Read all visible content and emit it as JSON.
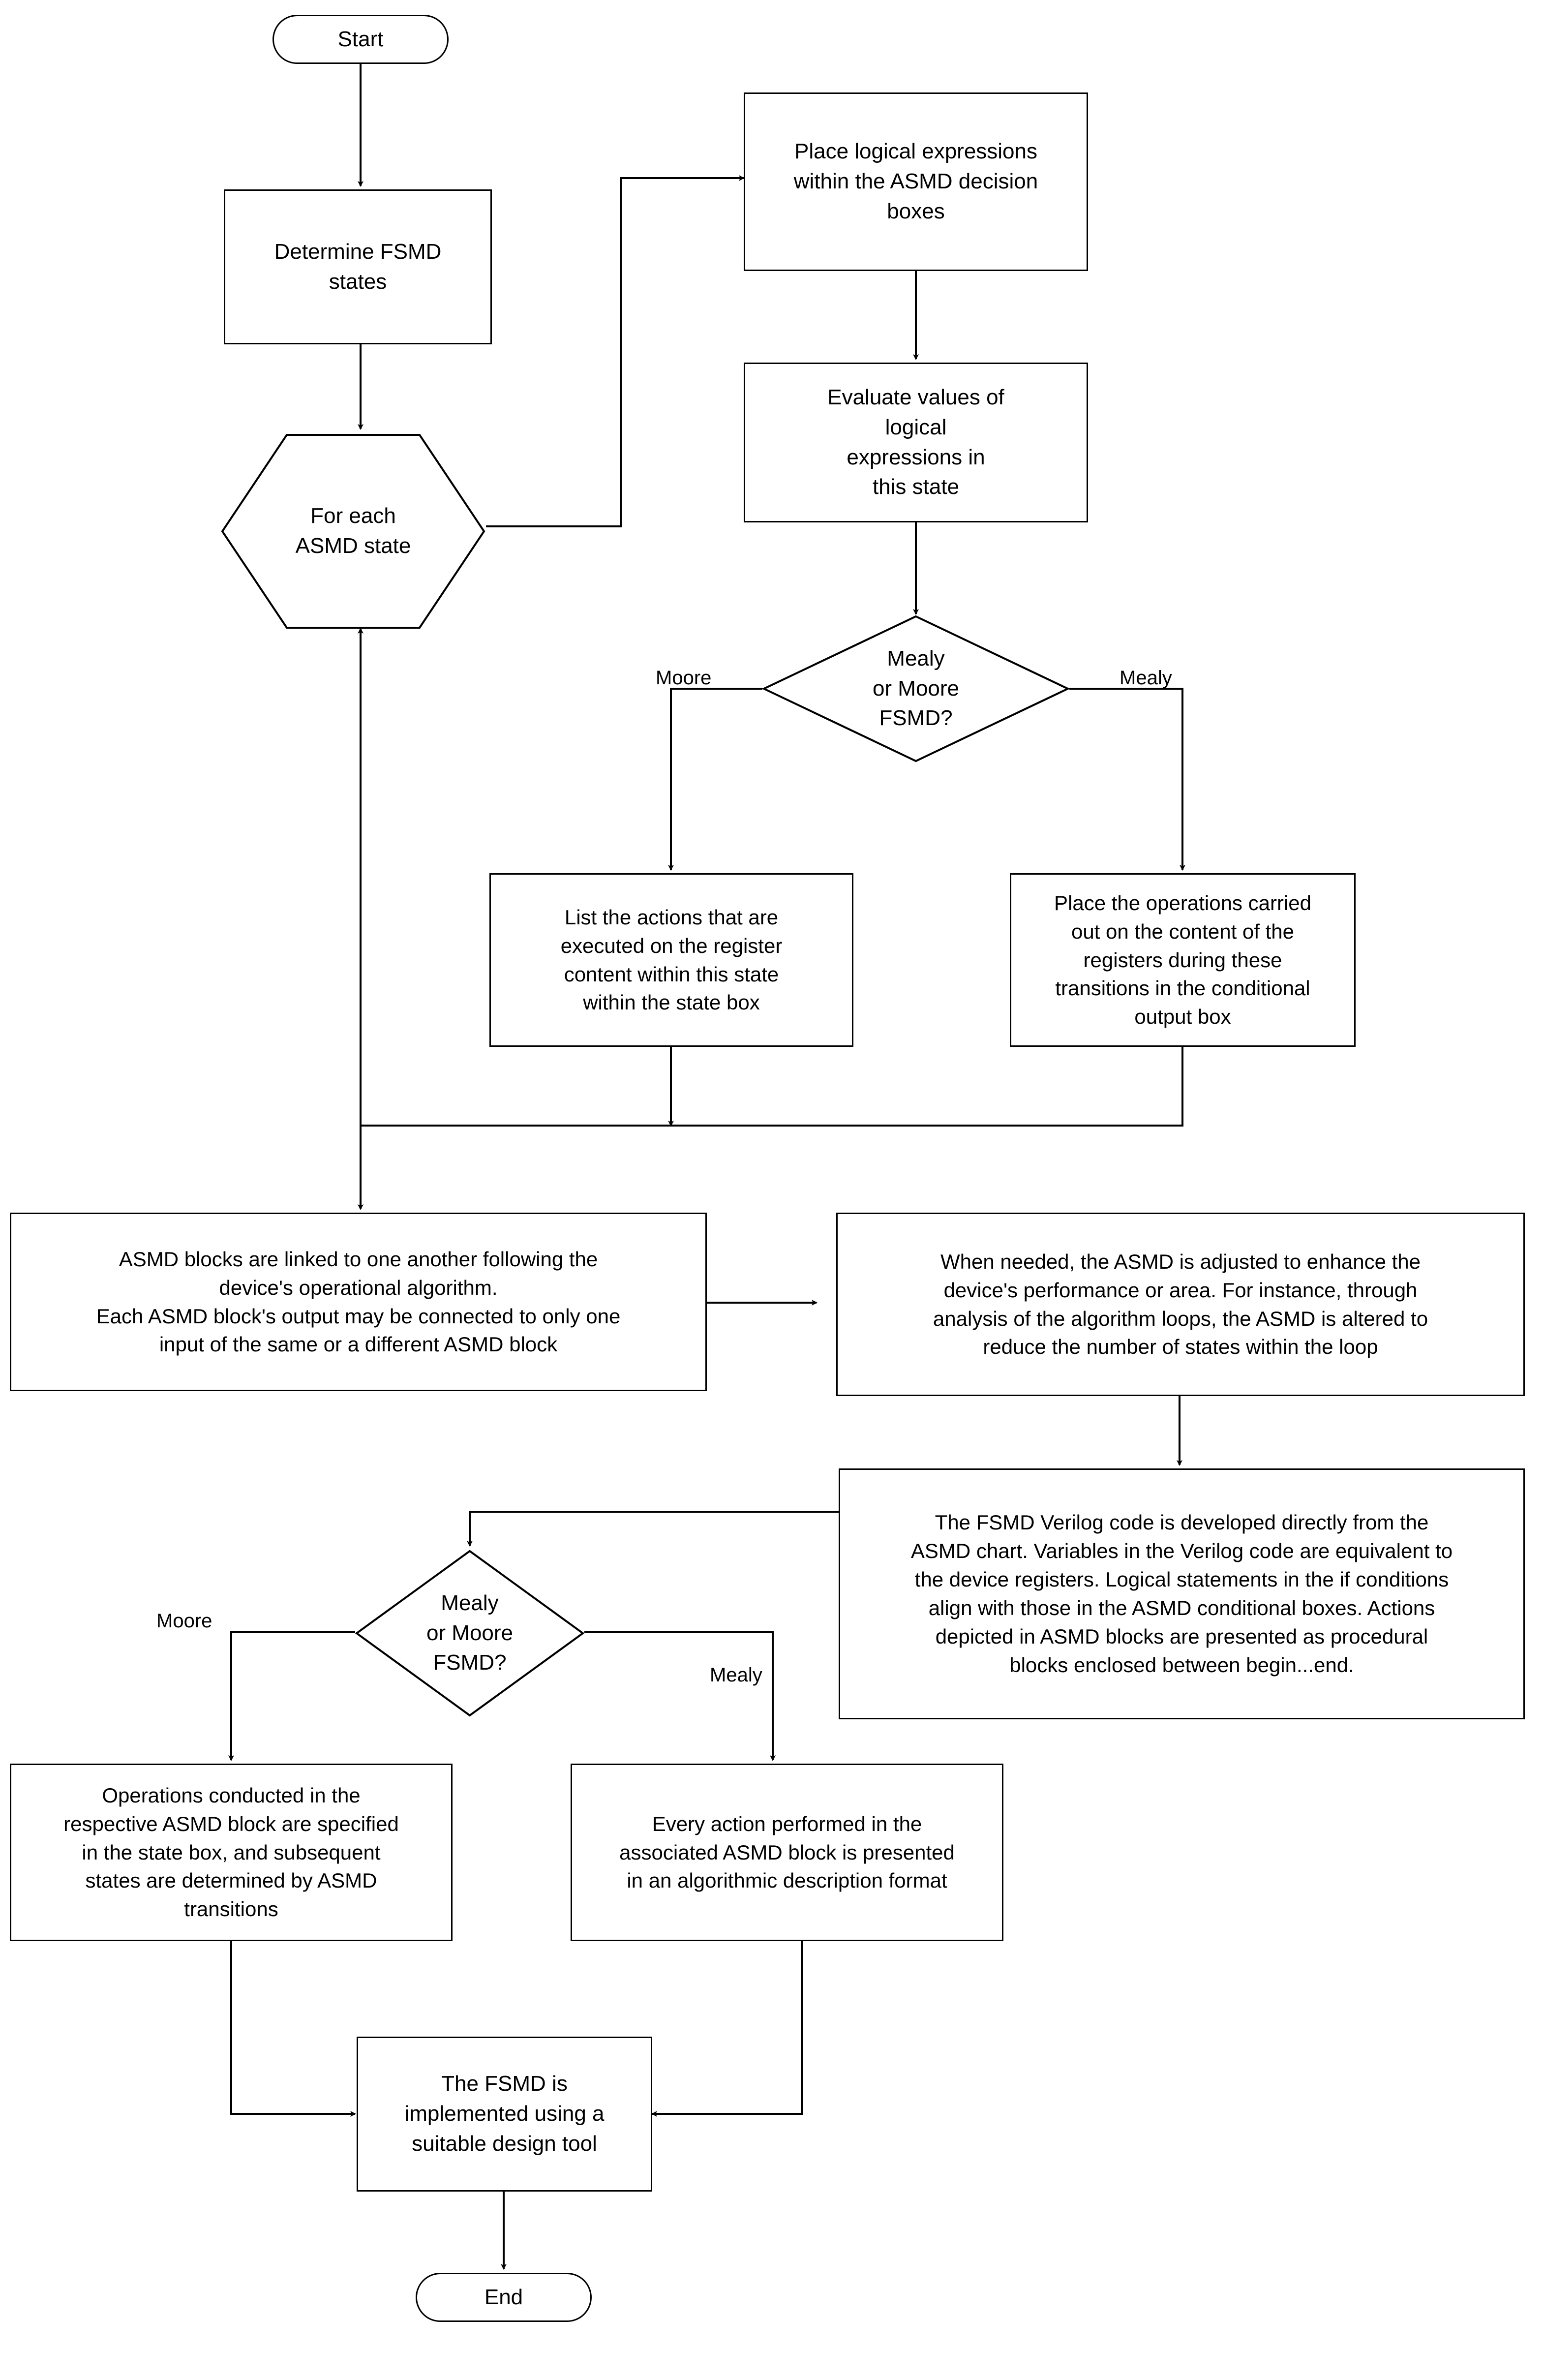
{
  "diagram": {
    "title": "ASMD / FSMD design flowchart",
    "stroke_color": "#000000",
    "fill_color": "#ffffff",
    "background": "#ffffff"
  },
  "nodes": {
    "start": {
      "label": "Start",
      "shape": "terminator"
    },
    "determine_states": {
      "label": "Determine FSMD\nstates",
      "shape": "process"
    },
    "for_each_state": {
      "label": "For each\nASMD state",
      "shape": "hexagon"
    },
    "place_logical": {
      "label": "Place logical expressions\nwithin the ASMD decision\nboxes",
      "shape": "process"
    },
    "evaluate_values": {
      "label": "Evaluate values of\nlogical\nexpressions in\nthis state",
      "shape": "process"
    },
    "decision_top": {
      "label": "Mealy\nor Moore\nFSMD?",
      "shape": "decision"
    },
    "list_actions": {
      "label": "List the actions that are\nexecuted on the register\ncontent within this state\nwithin the state box",
      "shape": "process"
    },
    "place_operations": {
      "label": "Place the operations carried\nout on the content of the\nregisters during these\ntransitions in the conditional\noutput box",
      "shape": "process"
    },
    "asmd_linked": {
      "label": "ASMD blocks are linked to one another following the\ndevice's operational algorithm.\nEach ASMD block's output may be connected to only one\ninput of the same or a different ASMD block",
      "shape": "process"
    },
    "asmd_adjusted": {
      "label": "When needed, the ASMD is adjusted to enhance the\ndevice's performance or area. For instance, through\nanalysis of the algorithm loops, the ASMD is altered to\nreduce the number of states within the loop",
      "shape": "process"
    },
    "verilog_code": {
      "label": "The FSMD Verilog code is developed directly from the\nASMD chart. Variables in the Verilog code are equivalent to\nthe device registers. Logical statements in the if conditions\nalign with those in the ASMD conditional boxes. Actions\ndepicted in ASMD blocks are presented as procedural\nblocks enclosed between begin...end.",
      "shape": "process"
    },
    "decision_bottom": {
      "label": "Mealy\nor Moore\nFSMD?",
      "shape": "decision"
    },
    "operations_conducted": {
      "label": "Operations conducted in the\nrespective ASMD block are specified\nin the state box, and subsequent\nstates are determined by ASMD\ntransitions",
      "shape": "process"
    },
    "every_action": {
      "label": "Every action performed in the\nassociated ASMD block is presented\nin an algorithmic description format",
      "shape": "process"
    },
    "fsmd_implemented": {
      "label": "The FSMD is\nimplemented using a\nsuitable design tool",
      "shape": "process"
    },
    "end": {
      "label": "End",
      "shape": "terminator"
    }
  },
  "edge_labels": {
    "top_moore": "Moore",
    "top_mealy": "Mealy",
    "bottom_moore": "Moore",
    "bottom_mealy": "Mealy"
  }
}
